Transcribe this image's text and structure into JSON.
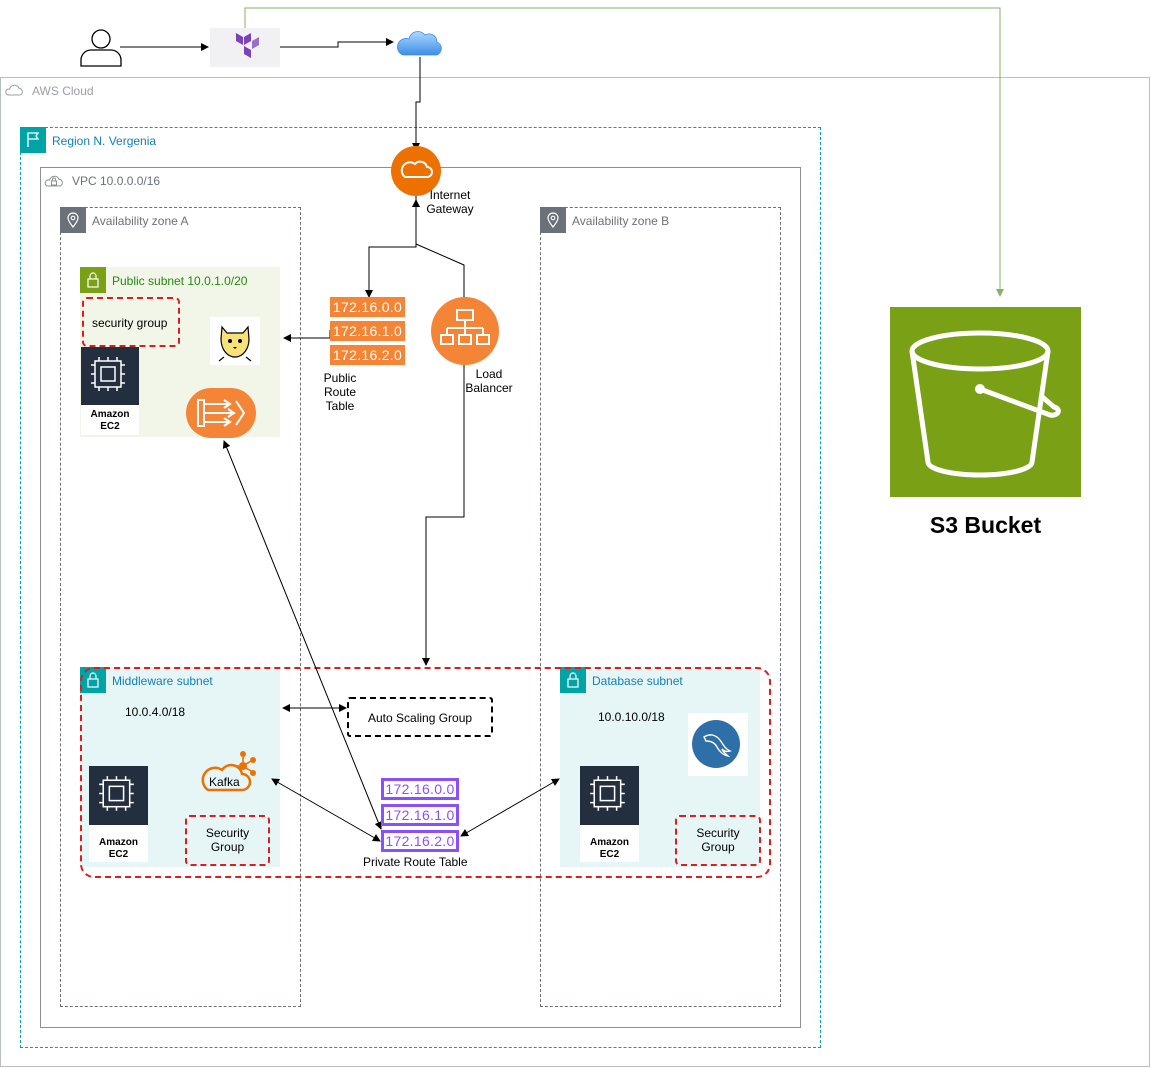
{
  "groups": {
    "aws_cloud": "AWS Cloud",
    "region": "Region N. Vergenia",
    "vpc": "VPC 10.0.0.0/16",
    "az_a": "Availability zone A",
    "az_b": "Availability zone B",
    "public_subnet": "Public subnet 10.0.1.0/20",
    "middleware_subnet": "Middleware subnet",
    "database_subnet": "Database subnet"
  },
  "cidrs": {
    "middleware": "10.0.4.0/18",
    "database": "10.0.10.0/18"
  },
  "labels": {
    "security_group_public": "security group",
    "security_group_mw_1": "Security",
    "security_group_mw_2": "Group",
    "security_group_db_1": "Security",
    "security_group_db_2": "Group",
    "ec2_1": "Amazon",
    "ec2_2": "EC2",
    "internet_gateway_1": "Internet",
    "internet_gateway_2": "Gateway",
    "load_balancer_1": "Load",
    "load_balancer_2": "Balancer",
    "public_route_table_1": "Public",
    "public_route_table_2": "Route",
    "public_route_table_3": "Table",
    "private_route_table": "Private Route Table",
    "auto_scaling_group": "Auto Scaling Group",
    "kafka": "Kafka",
    "s3_bucket": "S3 Bucket"
  },
  "routes": {
    "public": [
      "172.16.0.0",
      "172.16.1.0",
      "172.16.2.0"
    ],
    "private": [
      "172.16.0.0",
      "172.16.1.0",
      "172.16.2.0"
    ]
  },
  "colors": {
    "aws_orange": "#ed7100",
    "route_orange": "#f58536",
    "route_purple": "#8c4fff",
    "subnet_green": "#7aa116",
    "subnet_teal": "#00a4a6",
    "s3_green": "#7aa116",
    "ec2_dark": "#232f3e",
    "sg_red": "#dd1c1c",
    "terraform": "#7b42bc",
    "cloud_blue": "#4fa3f0"
  }
}
